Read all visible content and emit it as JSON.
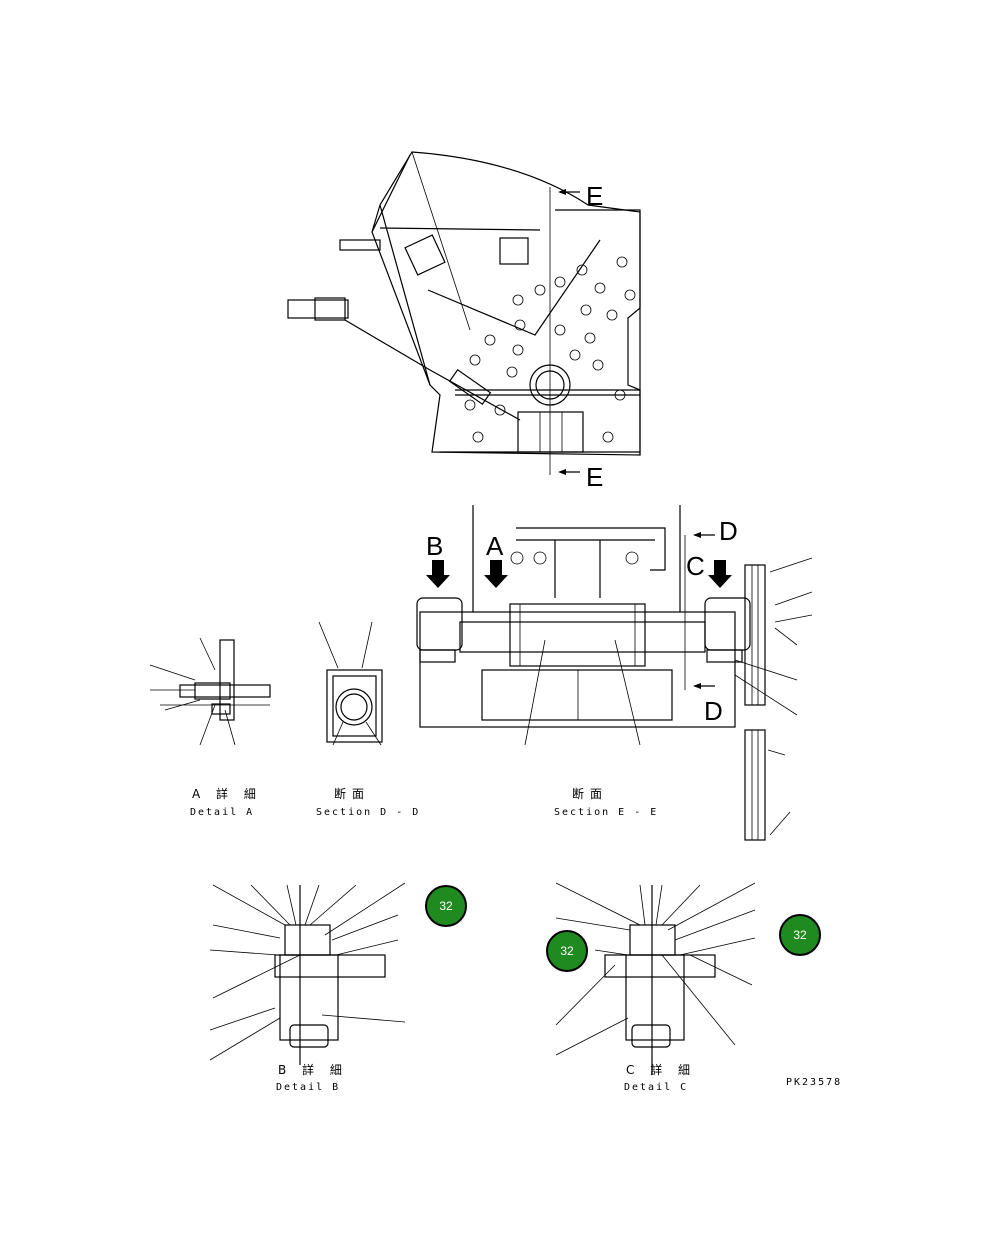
{
  "section_markers": {
    "e_top": "E",
    "e_bottom": "E",
    "d_top": "D",
    "d_bottom": "D",
    "b": "B",
    "a": "A",
    "c": "C"
  },
  "labels": {
    "detail_a_jp": "A 詳 細",
    "detail_a_en": "Detail A",
    "section_dd_jp": "断面",
    "section_dd_en": "Section D - D",
    "section_ee_jp": "断面",
    "section_ee_en": "Section E - E",
    "detail_b_jp": "B 詳 細",
    "detail_b_en": "Detail B",
    "detail_c_jp": "C 詳 細",
    "detail_c_en": "Detail C",
    "drawing_no": "PK23578"
  },
  "lube_marks": [
    {
      "id": "mark-b",
      "text": "32"
    },
    {
      "id": "mark-c-left",
      "text": "32"
    },
    {
      "id": "mark-c-right",
      "text": "32"
    }
  ],
  "colors": {
    "lube_mark_fill": "#1f8a1f",
    "lube_mark_ring": "#000000"
  }
}
